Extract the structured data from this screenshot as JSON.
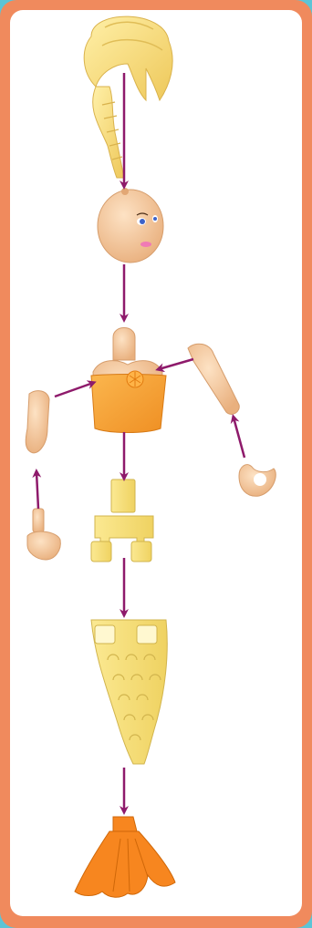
{
  "diagram": {
    "type": "exploded-assembly-instructions",
    "parts": [
      {
        "id": "hair",
        "name": "hair-piece"
      },
      {
        "id": "head",
        "name": "head"
      },
      {
        "id": "torso",
        "name": "torso"
      },
      {
        "id": "left-arm",
        "name": "left-arm"
      },
      {
        "id": "right-arm",
        "name": "right-arm"
      },
      {
        "id": "left-hand",
        "name": "left-hand"
      },
      {
        "id": "right-hand",
        "name": "right-hand"
      },
      {
        "id": "hip-connector",
        "name": "hip-connector"
      },
      {
        "id": "tail",
        "name": "mermaid-tail"
      },
      {
        "id": "fin",
        "name": "tail-fin"
      }
    ],
    "connections": [
      {
        "from": "hair",
        "to": "head"
      },
      {
        "from": "head",
        "to": "torso"
      },
      {
        "from": "left-arm",
        "to": "torso"
      },
      {
        "from": "right-arm",
        "to": "torso"
      },
      {
        "from": "left-hand",
        "to": "left-arm"
      },
      {
        "from": "right-hand",
        "to": "right-arm"
      },
      {
        "from": "torso",
        "to": "hip-connector"
      },
      {
        "from": "hip-connector",
        "to": "tail"
      },
      {
        "from": "tail",
        "to": "fin"
      }
    ]
  },
  "colors": {
    "background": "#5cc4d6",
    "border": "#f08a5d",
    "panel": "#ffffff",
    "arrow": "#8e1a6b",
    "hair": "#f8de7e",
    "skin": "#f5caa0",
    "torso": "#f7a43b",
    "tail": "#f7e27e",
    "fin": "#f7861f"
  }
}
